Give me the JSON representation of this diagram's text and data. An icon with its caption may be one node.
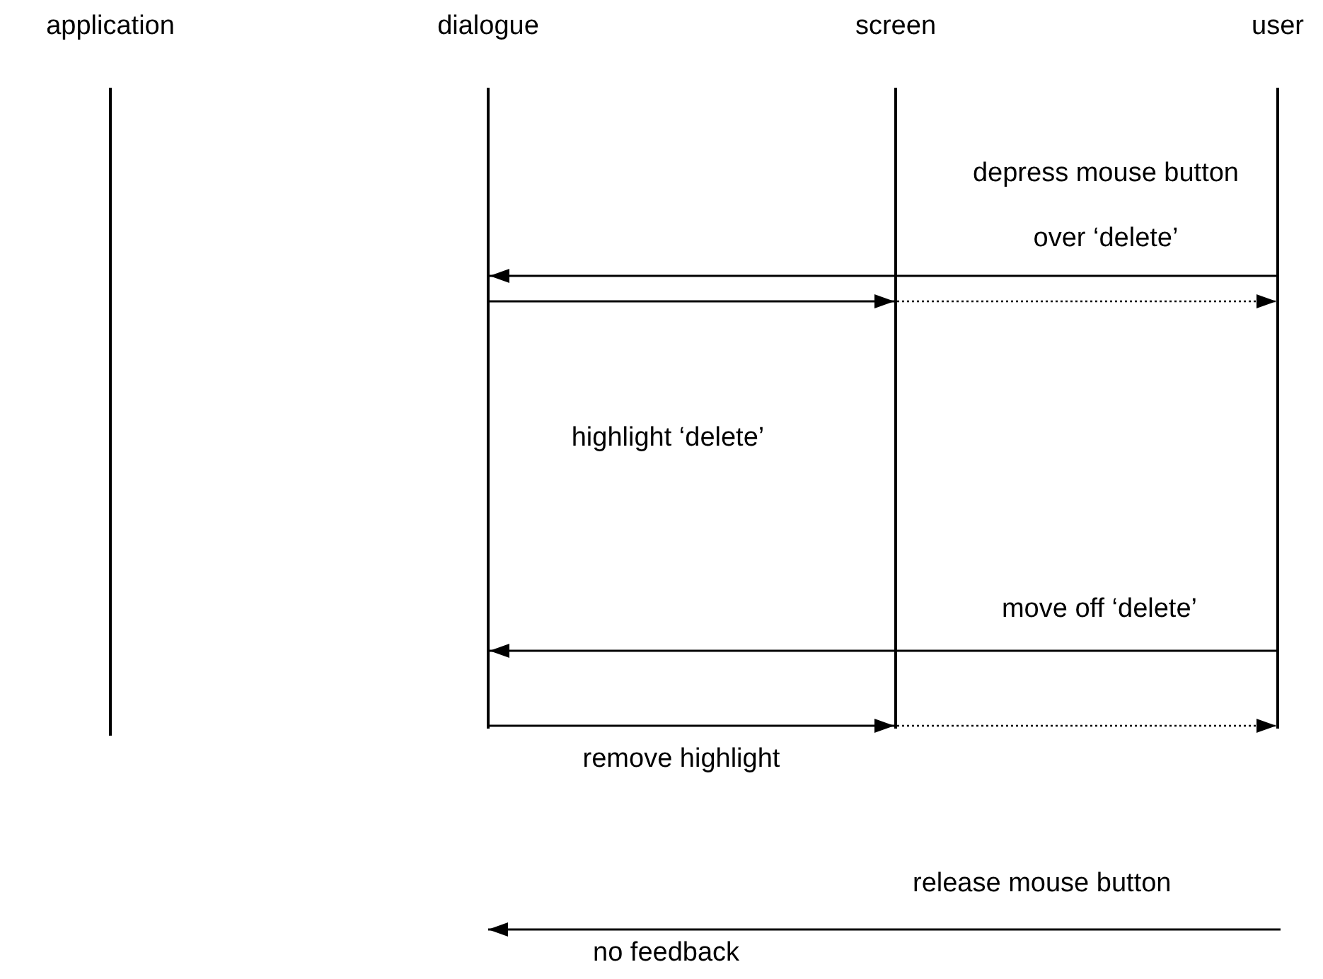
{
  "diagram": {
    "nodes": [
      {
        "text": [
          "application"
        ]
      },
      {
        "text": [
          "dialogue"
        ]
      },
      {
        "text": [
          "screen"
        ]
      },
      {
        "text": [
          "user"
        ]
      },
      {
        "text": [],
        "shape": "bar"
      },
      {
        "text": [],
        "shape": "bar"
      },
      {
        "text": [],
        "shape": "bar"
      },
      {
        "text": [],
        "shape": "bar"
      }
    ],
    "edges": [
      {
        "from": 7,
        "to": 5,
        "arrow": "to",
        "label": "depress mouse button over ‘delete’"
      },
      {
        "from": 5,
        "to": 6,
        "arrow": "to",
        "label": "highlight ‘delete’"
      },
      {
        "from": 6,
        "to": 7,
        "arrow": "to",
        "style": "dashed"
      },
      {
        "from": 7,
        "to": 5,
        "arrow": "to",
        "label": "move off ‘delete’"
      },
      {
        "from": 5,
        "to": 6,
        "arrow": "to",
        "label": "remove highlight"
      },
      {
        "from": 6,
        "to": 7,
        "arrow": "to",
        "style": "dashed"
      }
    ],
    "labels": [
      "release mouse button",
      "no feedback"
    ]
  }
}
